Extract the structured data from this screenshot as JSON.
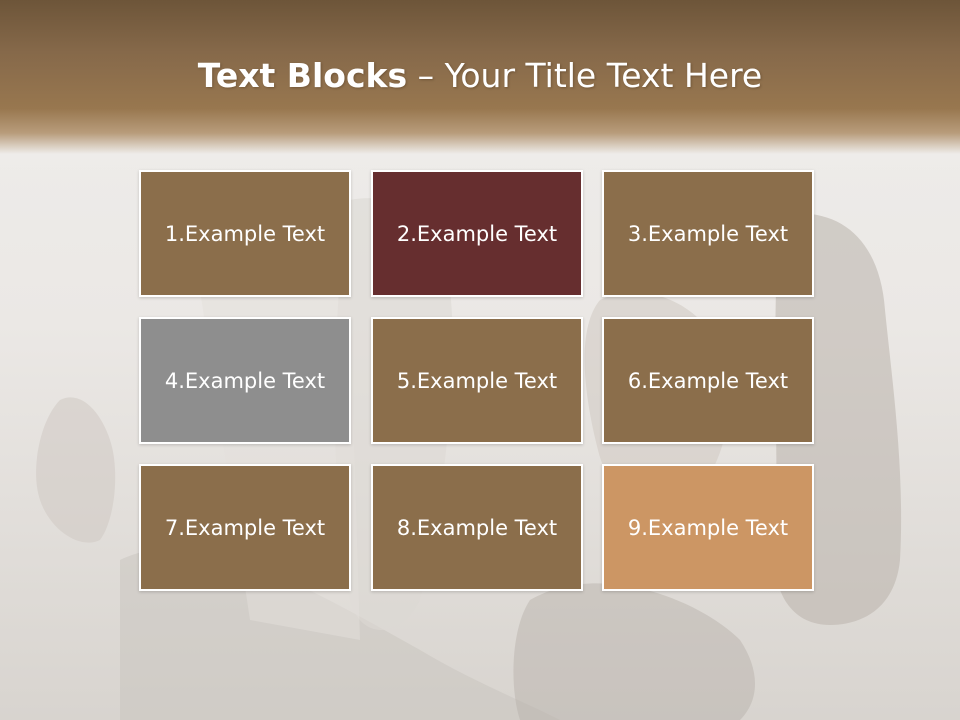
{
  "title": {
    "bold": "Text Blocks",
    "separator": " – ",
    "rest": "Your Title Text Here"
  },
  "blocks": [
    {
      "label": "1.Example Text",
      "color": "#8b6e4b"
    },
    {
      "label": "2.Example Text",
      "color": "#662e2f"
    },
    {
      "label": "3.Example Text",
      "color": "#8b6e4b"
    },
    {
      "label": "4.Example Text",
      "color": "#8e8e8e"
    },
    {
      "label": "5.Example Text",
      "color": "#8b6e4b"
    },
    {
      "label": "6.Example Text",
      "color": "#8b6e4b"
    },
    {
      "label": "7.Example Text",
      "color": "#8b6e4b"
    },
    {
      "label": "8.Example Text",
      "color": "#8b6e4b"
    },
    {
      "label": "9.Example Text",
      "color": "#cc9664"
    }
  ]
}
